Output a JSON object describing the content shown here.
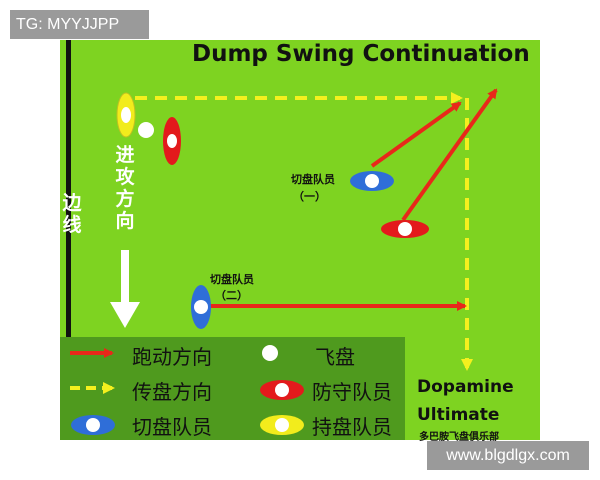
{
  "tag": "TG: MYYJJPP",
  "watermark": "www.blgdlgx.com",
  "diagram": {
    "title": "Dump Swing Continuation",
    "sideline_label": "边线",
    "attack_direction_label": "进攻方向",
    "cutter_one_label": "切盘队员",
    "cutter_one_number": "（一）",
    "cutter_two_label": "切盘队员",
    "cutter_two_number": "（二）",
    "brand_line1": "Dopamine",
    "brand_line2": "Ultimate",
    "brand_cn": "多巴胺飞盘俱乐部"
  },
  "legend": {
    "run_direction": "跑动方向",
    "disc": "飞盘",
    "pass_direction": "传盘方向",
    "defender": "防守队员",
    "cutter": "切盘队员",
    "handler": "持盘队员"
  },
  "colors": {
    "field": "#7ed321",
    "legend_bg": "#4f9a1e",
    "run_arrow": "#e8281a",
    "pass_arrow": "#f4f01e",
    "defender": "#e31a1c",
    "cutter": "#2f6ed8",
    "handler": "#f2ec1c"
  }
}
